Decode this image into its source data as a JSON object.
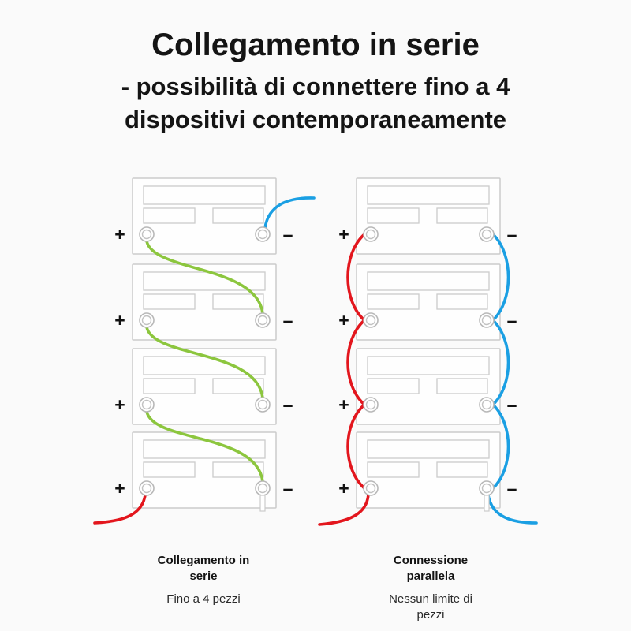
{
  "title": "Collegamento in serie",
  "subtitle": "- possibilità di connettere fino a 4 dispositivi contemporaneamente",
  "diagram": {
    "plus_sign": "+",
    "minus_sign": "–",
    "colors": {
      "positive_wire": "#e3161d",
      "negative_wire": "#1a9fe3",
      "series_link_wire": "#8cc63e",
      "battery_outline": "#cbcbcb"
    }
  },
  "series": {
    "caption_title": "Collegamento in serie",
    "caption_text": "Fino a 4 pezzi"
  },
  "parallel": {
    "caption_title": "Connessione parallela",
    "caption_text": "Nessun limite di pezzi"
  }
}
